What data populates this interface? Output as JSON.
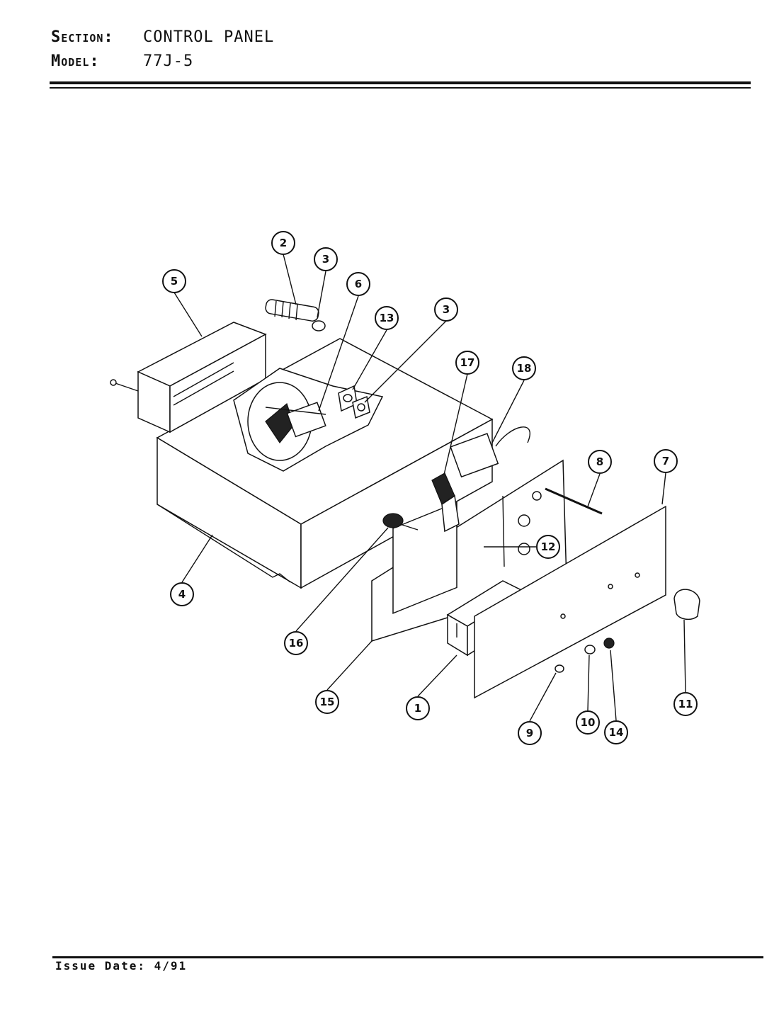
{
  "header": {
    "section_label": "Section:",
    "section_value": "CONTROL PANEL",
    "model_label": "Model:",
    "model_value": "77J-5"
  },
  "footer": {
    "issue_date": "Issue Date: 4/91"
  },
  "callouts": {
    "c1": "1",
    "c2": "2",
    "c3a": "3",
    "c3b": "3",
    "c4": "4",
    "c5": "5",
    "c6": "6",
    "c7": "7",
    "c8": "8",
    "c9": "9",
    "c10": "10",
    "c11": "11",
    "c12": "12",
    "c13": "13",
    "c14": "14",
    "c15": "15",
    "c16": "16",
    "c17": "17",
    "c18": "18"
  }
}
